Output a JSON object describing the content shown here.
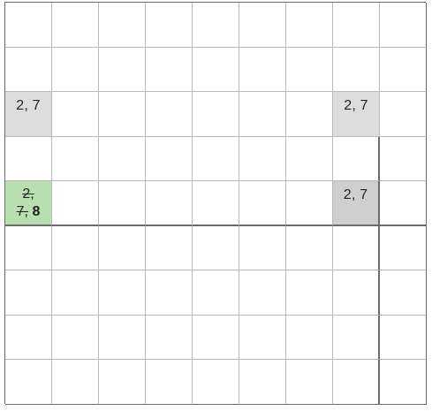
{
  "board": {
    "rows": 9,
    "cols": 9,
    "highlighted_cells": [
      {
        "row": 3,
        "col": 1,
        "shade": "light",
        "candidates": "2, 7"
      },
      {
        "row": 3,
        "col": 8,
        "shade": "light",
        "candidates": "2, 7"
      },
      {
        "row": 5,
        "col": 8,
        "shade": "mid",
        "candidates": "2, 7"
      },
      {
        "row": 5,
        "col": 1,
        "shade": "green",
        "struck_a": "2,",
        "struck_b": "7,",
        "kept": "8"
      }
    ]
  },
  "colors": {
    "light": "#dddddd",
    "mid": "#cfcfcf",
    "green": "#b9deb0",
    "grid_line": "#b8b8b8",
    "grid_thick": "#6b6b6b"
  }
}
